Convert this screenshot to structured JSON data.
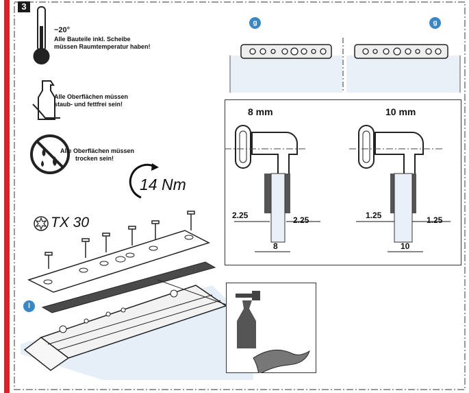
{
  "step_number": "3",
  "notes": {
    "temperature": {
      "value": "~20°",
      "line1": "Alle Bauteile inkl. Scheibe",
      "line2": "müssen Raumtemperatur haben!"
    },
    "surfaces_clean": {
      "line1": "Alle Oberflächen müssen",
      "line2": "staub- und fettfrei sein!"
    },
    "surfaces_dry": {
      "line1": "Alle Oberflächen müssen",
      "line2": "trocken sein!"
    }
  },
  "torque": "14 Nm",
  "tool": "TX 30",
  "labels": {
    "g_left": "g",
    "g_right": "g",
    "l": "l"
  },
  "detail_8mm": {
    "title": "8 mm",
    "gap_left": "2.25",
    "gap_right": "2.25",
    "thickness": "8"
  },
  "detail_10mm": {
    "title": "10 mm",
    "gap_left": "1.25",
    "gap_right": "1.25",
    "thickness": "10"
  },
  "colors": {
    "accent_red": "#d8232a",
    "badge_blue": "#3a87c8",
    "glass": "#e6eef7"
  }
}
